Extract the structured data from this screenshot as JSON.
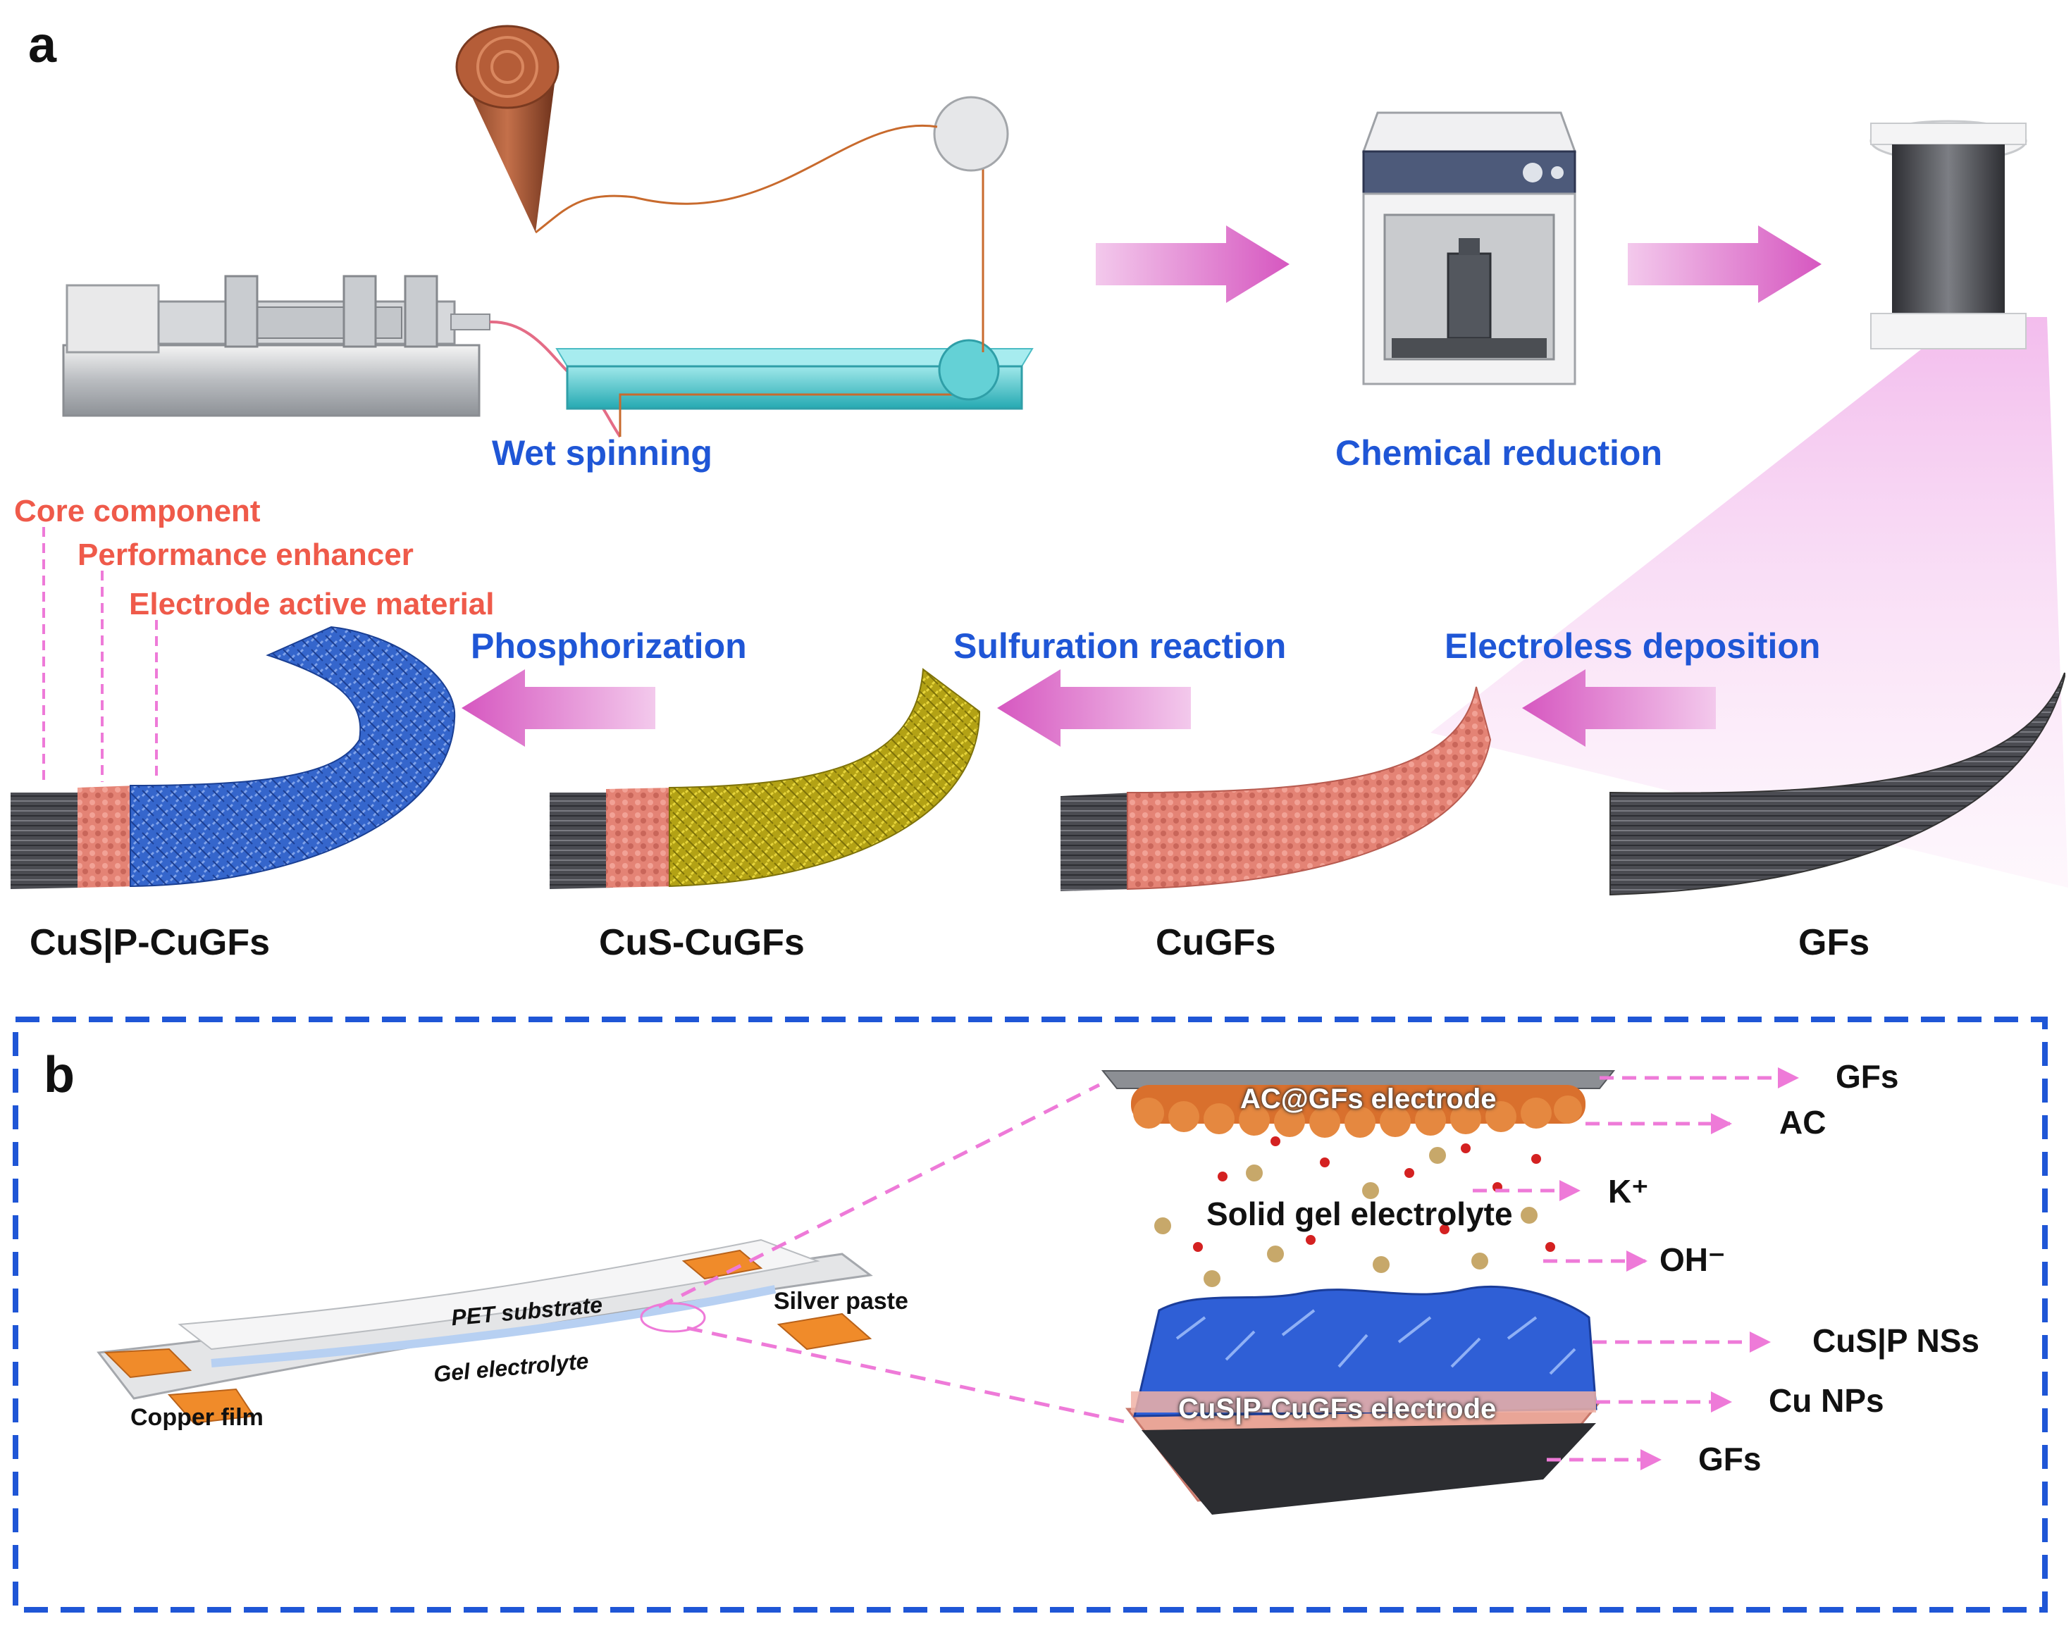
{
  "panel_a": {
    "letter": "a",
    "steps": {
      "wet_spinning": "Wet spinning",
      "chemical_reduction": "Chemical reduction",
      "electroless_deposition": "Electroless deposition",
      "sulfuration_reaction": "Sulfuration reaction",
      "phosphorization": "Phosphorization"
    },
    "layers": {
      "core": "Core component",
      "enhancer": "Performance enhancer",
      "active": "Electrode active material"
    },
    "products": {
      "gfs": "GFs",
      "cugfs": "CuGFs",
      "cus_cugfs": "CuS-CuGFs",
      "cusp_cugfs": "CuS|P-CuGFs"
    }
  },
  "panel_b": {
    "letter": "b",
    "device": {
      "pet": "PET substrate",
      "silver": "Silver paste",
      "gel": "Gel electrolyte",
      "copper": "Copper film"
    },
    "stack": {
      "top_electrode": "AC@GFs electrode",
      "electrolyte": "Solid gel electrolyte",
      "bottom_electrode": "CuS|P-CuGFs electrode"
    },
    "legend": [
      "GFs",
      "AC",
      "K⁺",
      "OH⁻",
      "CuS|P NSs",
      "Cu NPs",
      "GFs"
    ]
  },
  "colors": {
    "process_blue": "#1f56d6",
    "layer_red": "#ef5a4a",
    "arrow_pink": "#d66bc4",
    "dash_pink": "#ee7ad8",
    "frame_blue": "#1f56d6",
    "graphene_grey": "#4a4a50",
    "copper_salmon": "#e98577",
    "cus_yellow": "#b7a714",
    "cusp_blue": "#3566cc"
  }
}
